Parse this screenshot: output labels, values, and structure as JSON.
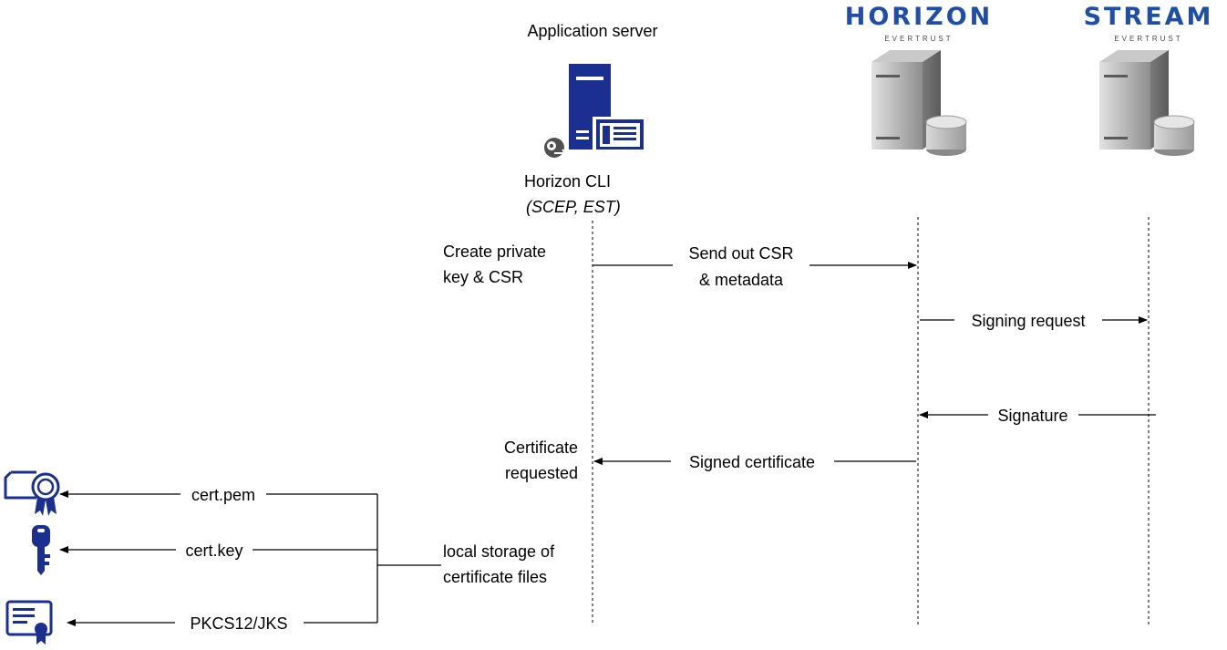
{
  "participants": {
    "app_server": {
      "title": "Application server",
      "client_name": "Horizon CLI",
      "client_protocols": "(SCEP, EST)"
    },
    "horizon": {
      "logo_main": "HORIZON",
      "logo_sub": "EVERTRUST",
      "color": "#1e4ea8"
    },
    "stream": {
      "logo_main": "STREAM",
      "logo_sub": "EVERTRUST",
      "color": "#1e4ea8",
      "accent": "#2fb5d8"
    }
  },
  "notes": {
    "create_key": [
      "Create private",
      "key & CSR"
    ],
    "cert_requested": [
      "Certificate",
      "requested"
    ],
    "local_storage": [
      "local storage of",
      "certificate files"
    ]
  },
  "messages": {
    "send_csr": [
      "Send out CSR",
      "& metadata"
    ],
    "signing_request": "Signing request",
    "signature": "Signature",
    "signed_certificate": "Signed certificate"
  },
  "outputs": {
    "cert_pem": "cert.pem",
    "cert_key": "cert.key",
    "pkcs12": "PKCS12/JKS"
  },
  "colors": {
    "icon_blue": "#1a2f8f",
    "server_gray": "#9a9a9a"
  }
}
